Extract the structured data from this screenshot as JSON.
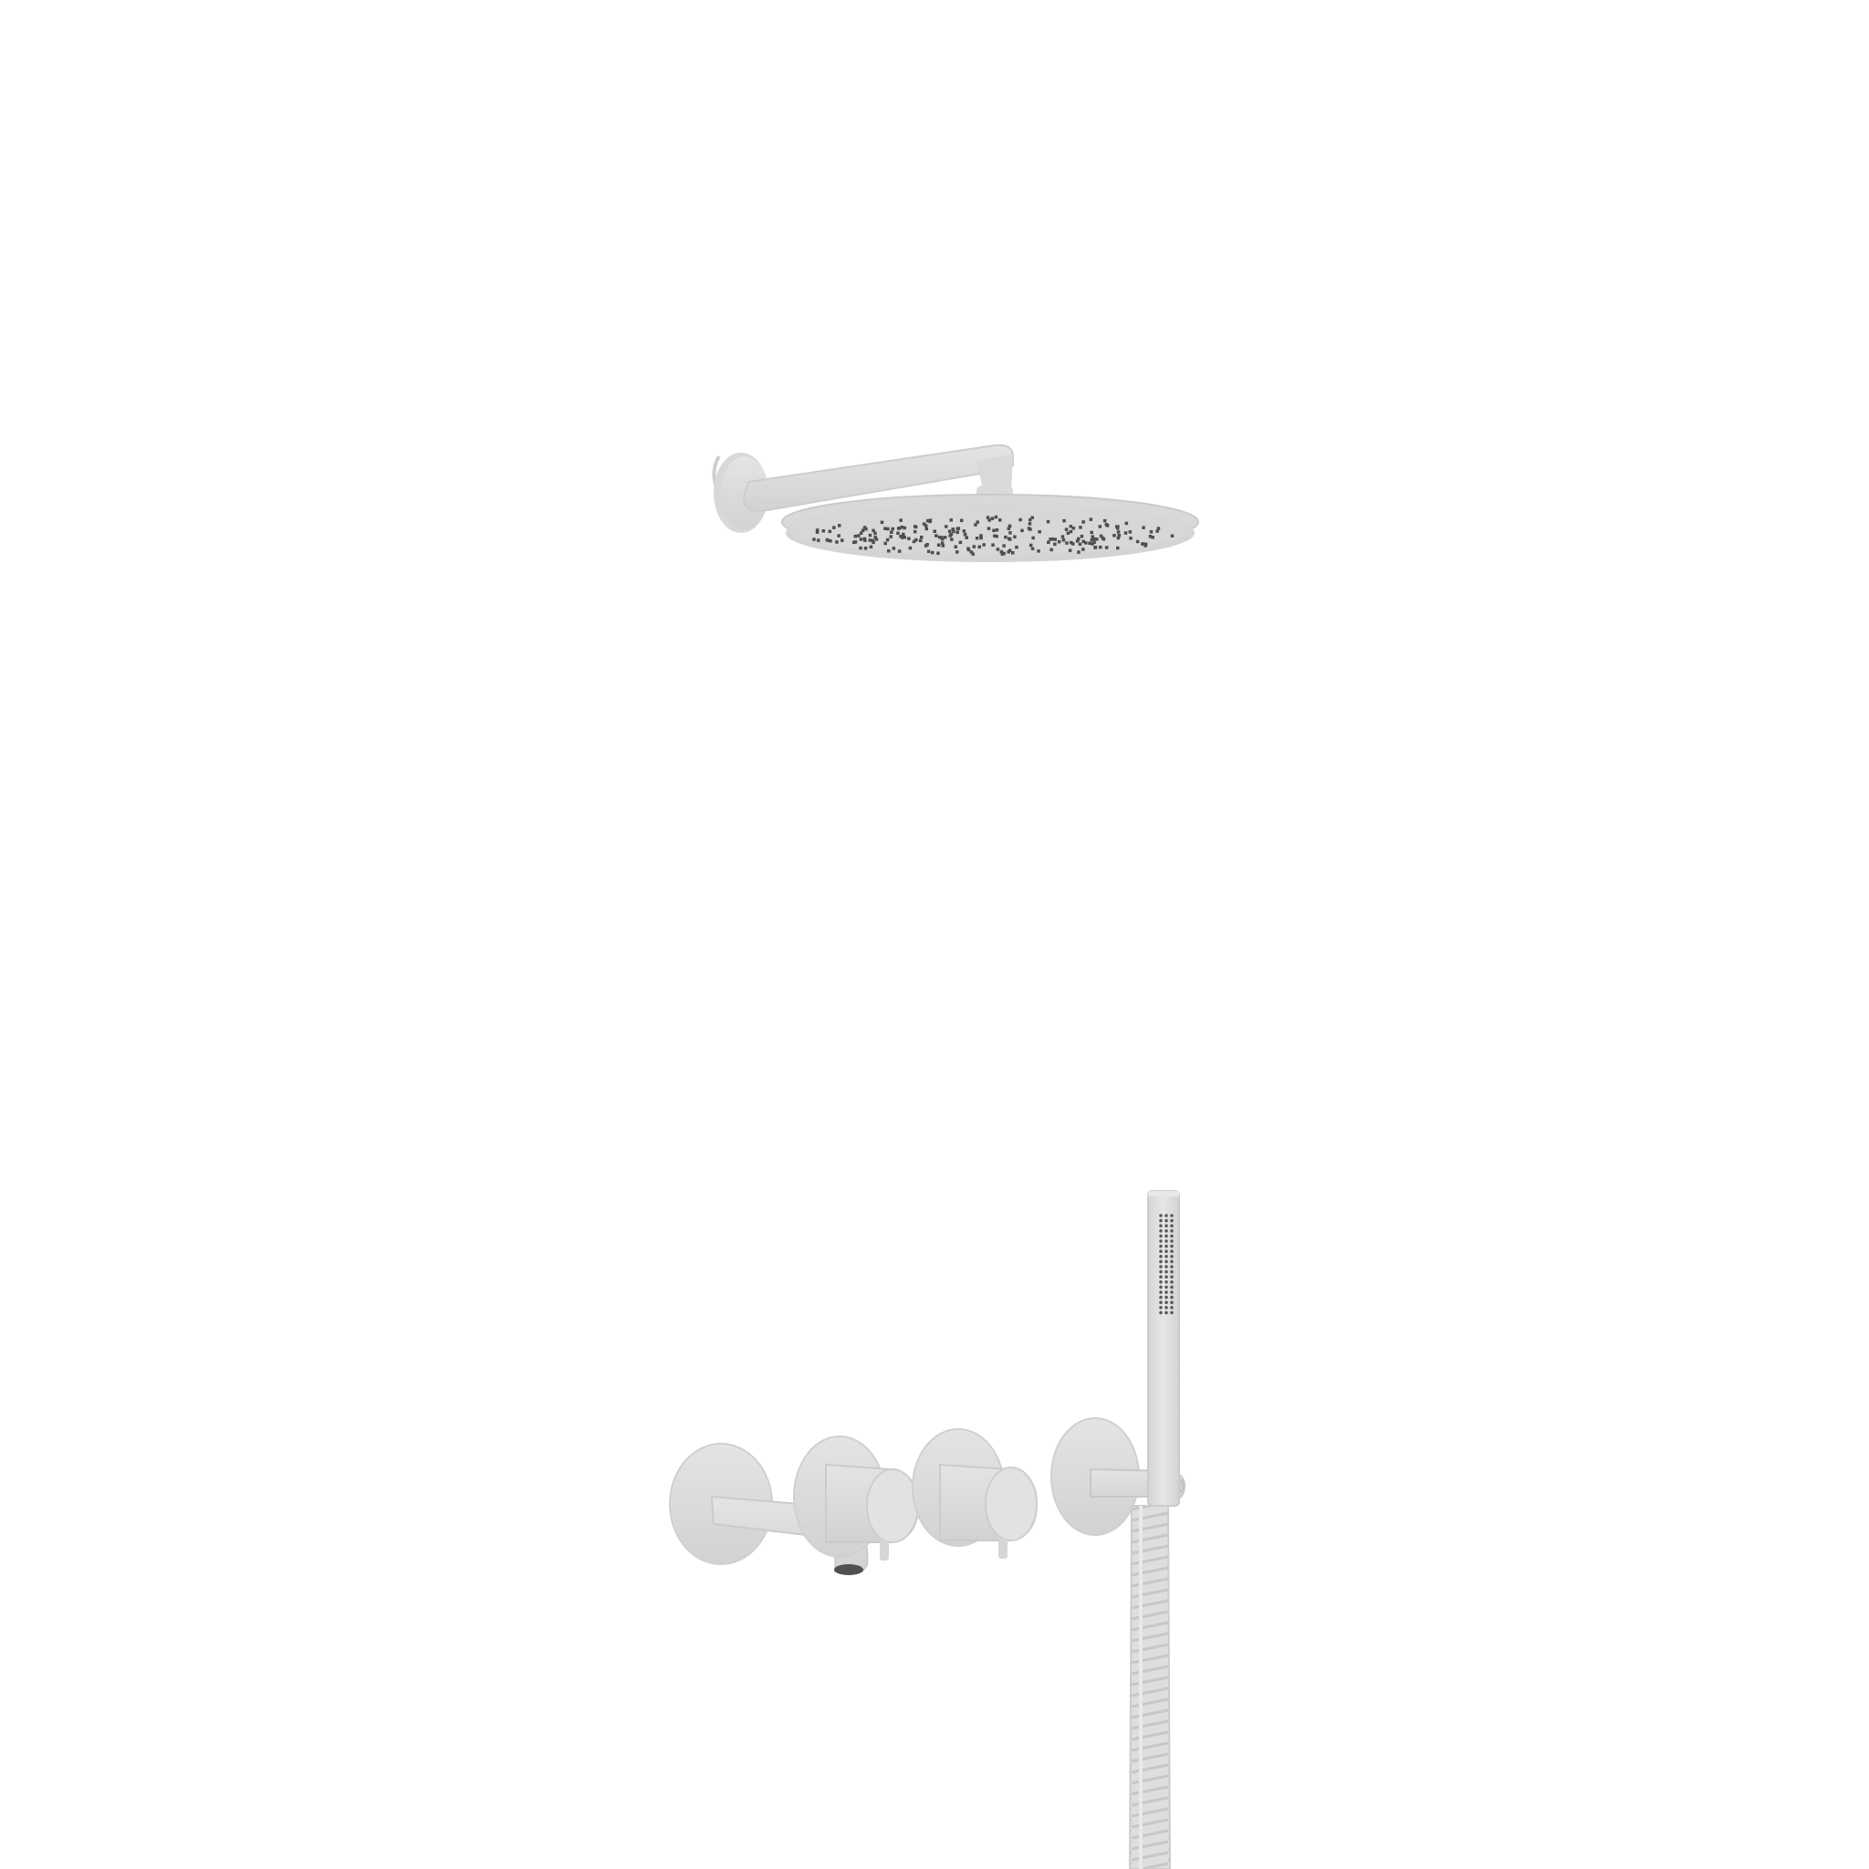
{
  "scene": {
    "background": "#ffffff",
    "metal_color": "#dcdcdc",
    "metal_shade": "#c9c9c9",
    "nozzle_color": "#505050",
    "items": [
      "overhead-rain-shower-head",
      "shower-arm",
      "wall-rosette",
      "bath-spout",
      "mixer-knob",
      "diverter-knob",
      "hose-wall-outlet",
      "hand-shower",
      "shower-hose"
    ]
  }
}
